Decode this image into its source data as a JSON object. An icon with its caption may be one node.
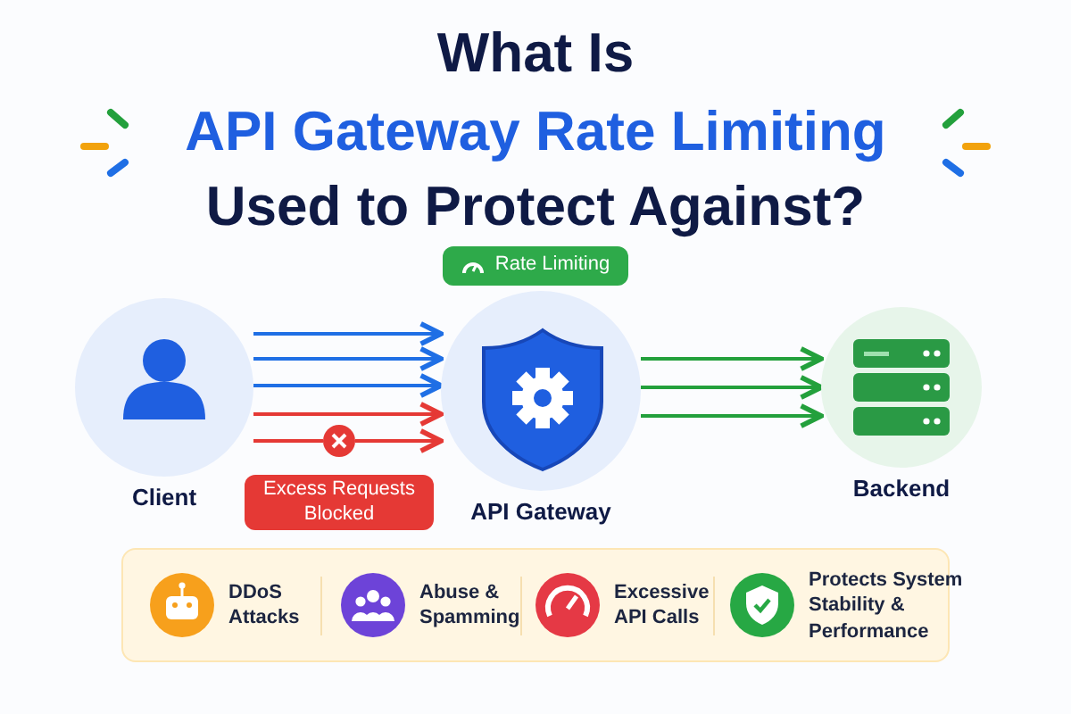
{
  "diagram": {
    "title": "What Is API Gateway Rate Limiting Used to Protect Against?",
    "nodes": [
      {
        "text": [
          "Client"
        ]
      },
      {
        "text": [
          "API Gateway"
        ]
      },
      {
        "text": [
          "Backend"
        ]
      },
      {
        "text": [
          "Rate Limiting"
        ]
      },
      {
        "text": [
          "Excess Requests Blocked"
        ]
      },
      {
        "text": [],
        "shape": "circle"
      }
    ],
    "edges": [
      {
        "from": 0,
        "to": 1,
        "arrow": "to",
        "color": "#1f6fe5"
      },
      {
        "from": 0,
        "to": 1,
        "arrow": "to",
        "color": "#1f6fe5"
      },
      {
        "from": 0,
        "to": 1,
        "arrow": "to",
        "color": "#1f6fe5"
      },
      {
        "from": 0,
        "to": 1,
        "arrow": "to",
        "color": "#e53935"
      },
      {
        "from": 0,
        "to": 5,
        "arrow": "none",
        "color": "#e53935"
      },
      {
        "from": 5,
        "to": 1,
        "arrow": "to",
        "color": "#e53935"
      },
      {
        "from": 1,
        "to": 2,
        "arrow": "to",
        "color": "#23a03c"
      },
      {
        "from": 1,
        "to": 2,
        "arrow": "to",
        "color": "#23a03c"
      },
      {
        "from": 1,
        "to": 2,
        "arrow": "to",
        "color": "#23a03c"
      }
    ],
    "labels": [
      "DDoS Attacks",
      "Abuse & Spamming",
      "Excessive API Calls",
      "Protects System Stability & Performance"
    ]
  }
}
